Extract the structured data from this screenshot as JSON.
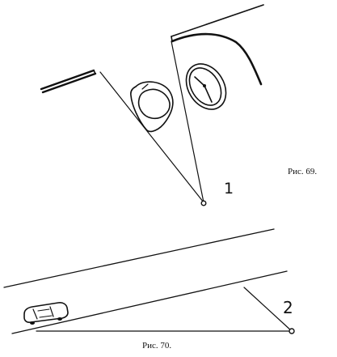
{
  "figure_69": {
    "caption": "Рис. 69.",
    "viewpoint_label": "1"
  },
  "figure_70": {
    "caption": "Рис. 70.",
    "viewpoint_label": "2"
  },
  "colors": {
    "ink": "#111111",
    "paper": "#ffffff"
  }
}
